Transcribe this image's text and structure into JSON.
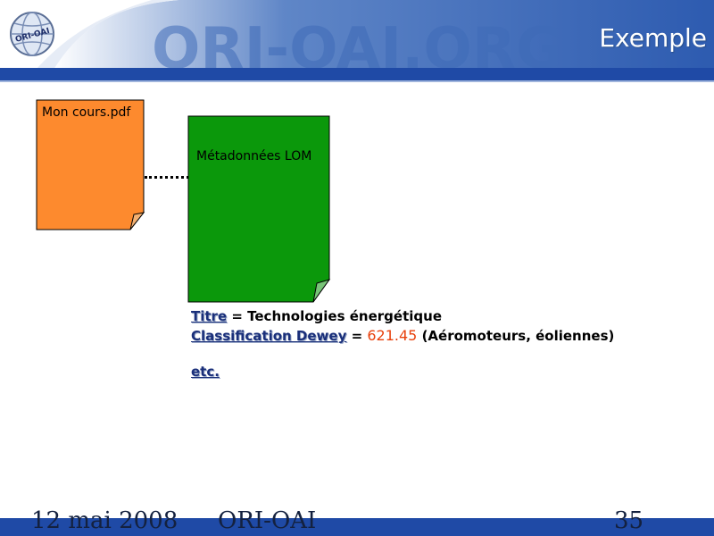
{
  "header": {
    "logo_text": "ORI-OAI",
    "watermark": "ORI-OAI.ORG",
    "title": "Exemple"
  },
  "diagram": {
    "source_doc": {
      "label": "Mon cours.pdf",
      "color": "#fd8a2e"
    },
    "metadata_doc": {
      "label": "Métadonnées LOM",
      "color": "#0b980b"
    }
  },
  "metadata": {
    "title_key": "Titre",
    "title_value": " = Technologies énergétique",
    "dewey_key": "Classification Dewey",
    "dewey_eq": " = ",
    "dewey_code": "621.45",
    "dewey_desc": " (Aéromoteurs, éoliennes)",
    "etc": "etc."
  },
  "footer": {
    "date": "12 mai 2008",
    "org": "ORI-OAI",
    "page": "35"
  },
  "colors": {
    "header_blue": "#1f4aa6",
    "accent_code": "#e8410c",
    "key_blue": "#1a2f7a"
  }
}
